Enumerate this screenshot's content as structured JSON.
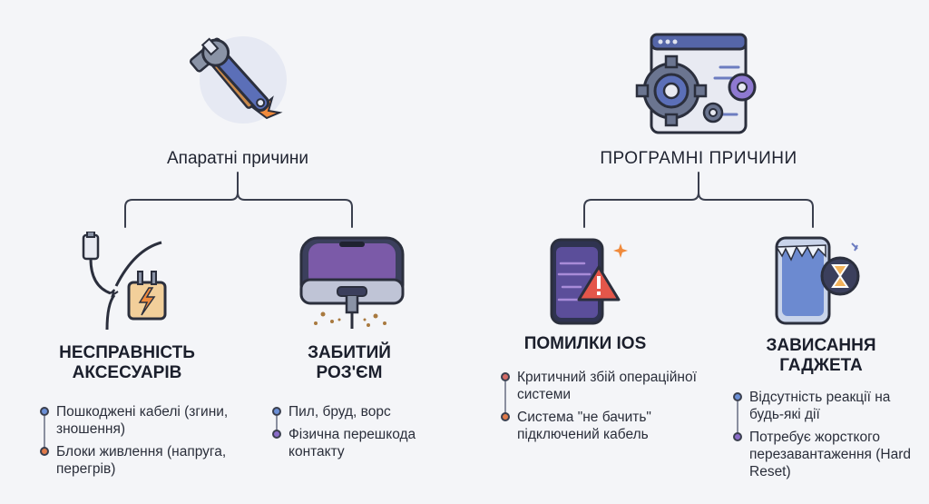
{
  "colors": {
    "blue_dot": "#6b8fd6",
    "orange_dot": "#e07a4a",
    "purple_dot": "#8a6cc8",
    "red_dot": "#d46b66",
    "line": "#3a3f4e"
  },
  "categories": [
    {
      "title": "Апаратні причини",
      "icon": "wrench-hammer-icon",
      "nodes": [
        {
          "title": "Несправність аксесуарів",
          "icon": "broken-cable-charger-icon",
          "bullets": [
            "Пошкоджені кабелі (згини, зношення)",
            "Блоки живлення (напруга, перегрів)"
          ]
        },
        {
          "title": "Забитий роз'єм",
          "icon": "clogged-port-icon",
          "bullets": [
            "Пил, бруд, ворс",
            "Фізична перешкода контакту"
          ]
        }
      ]
    },
    {
      "title": "ПРОГРАМНІ ПРИЧИНИ",
      "icon": "software-gears-icon",
      "nodes": [
        {
          "title": "Помилки iOS",
          "icon": "phone-warning-icon",
          "bullets": [
            "Критичний збій операційної системи",
            "Система \"не бачить\" підключений кабель"
          ]
        },
        {
          "title": "Зависання гаджета",
          "icon": "frozen-phone-hourglass-icon",
          "bullets": [
            "Відсутність реакції на будь-які дії",
            "Потребує жорсткого перезавантаження (Hard Reset)"
          ]
        }
      ]
    }
  ]
}
